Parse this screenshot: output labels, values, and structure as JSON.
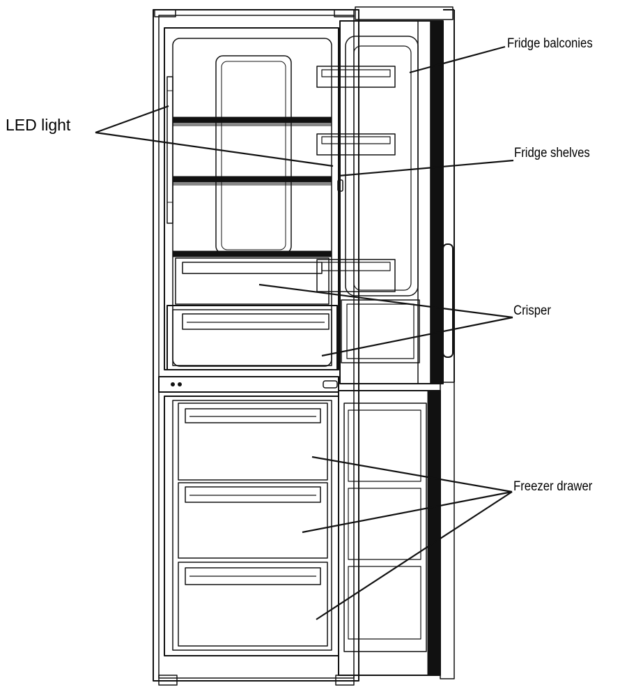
{
  "labels": {
    "led_light": "LED light",
    "fridge_balconies": "Fridge balconies",
    "fridge_shelves": "Fridge shelves",
    "crisper": "Crisper",
    "freezer_drawer": "Freezer drawer"
  },
  "colors": {
    "line": "#111111",
    "background": "#ffffff"
  }
}
